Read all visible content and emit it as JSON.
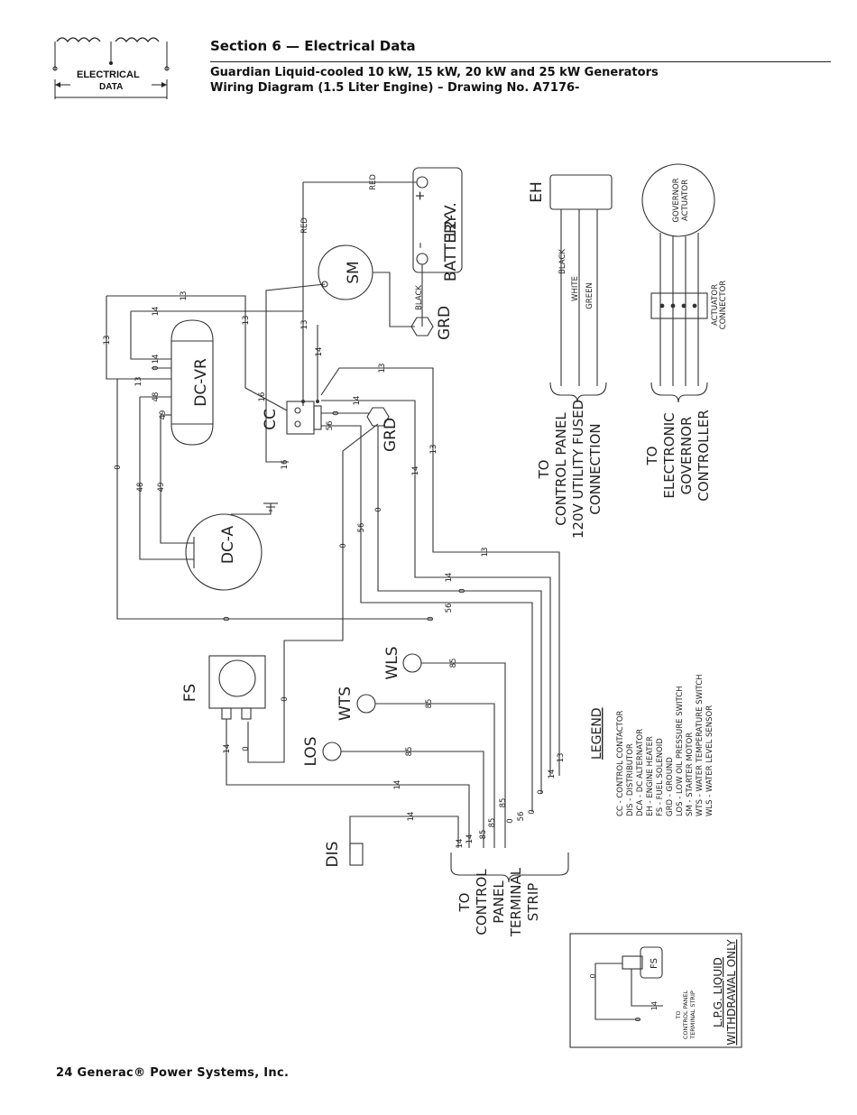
{
  "header": {
    "badge_line1": "ELECTRICAL",
    "badge_line2": "DATA",
    "section": "Section 6 — Electrical Data",
    "subtitle1": "Guardian Liquid-cooled 10 kW, 15 kW, 20 kW and 25 kW Generators",
    "subtitle2": "Wiring Diagram (1.5 Liter Engine) – Drawing No. A7176-"
  },
  "footer": {
    "text": "24 Generac® Power Systems, Inc."
  },
  "components": {
    "battery_label1": "12-V.",
    "battery_label2": "BATTERY",
    "battery_plus": "+",
    "battery_minus": "–",
    "sm": "SM",
    "grd": "GRD",
    "dcvr": "DC-VR",
    "cc": "CC",
    "dca": "DC-A",
    "eh": "EH",
    "gov1": "GOVERNOR",
    "gov2": "ACTUATOR",
    "act_conn1": "ACTUATOR",
    "act_conn2": "CONNECTOR",
    "fs": "FS",
    "wls": "WLS",
    "wts": "WTS",
    "los": "LOS",
    "dis": "DIS"
  },
  "wires": {
    "red": "RED",
    "black": "BLACK",
    "white": "WHITE",
    "green": "GREEN",
    "w0": "0",
    "w13": "13",
    "w14": "14",
    "w16": "16",
    "w48": "48",
    "w49": "49",
    "w56": "56",
    "w85": "85"
  },
  "destinations": {
    "cp_utility": [
      "TO",
      "CONTROL PANEL",
      "120V UTILITY FUSED",
      "CONNECTION"
    ],
    "gov_ctrl": [
      "TO",
      "ELECTRONIC",
      "GOVERNOR",
      "CONTROLLER"
    ],
    "terminal": [
      "TO",
      "CONTROL",
      "PANEL",
      "TERMINAL",
      "STRIP"
    ]
  },
  "legend": {
    "title": "LEGEND",
    "items": [
      "CC   -  CONTROL CONTACTOR",
      "DIS  -  DISTRIBUTOR",
      "DCA  -  DC ALTERNATOR",
      "EH   -  ENGINE HEATER",
      "FS   -  FUEL SOLENOID",
      "GRD  -  GROUND",
      "LOS  -  LOW OIL PRESSURE SWITCH",
      "SM   -  STARTER MOTOR",
      "WTS  -  WATER TEMPERATURE SWITCH",
      "WLS  -  WATER LEVEL SENSOR"
    ]
  },
  "inset": {
    "title1": "L.P.G. LIQUID",
    "title2": "WITHDRAWAL ONLY",
    "to1": "TO",
    "to2": "CONTROL PANEL",
    "to3": "TERMINAL STRIP",
    "fs": "FS",
    "w0": "0",
    "w14": "14"
  }
}
